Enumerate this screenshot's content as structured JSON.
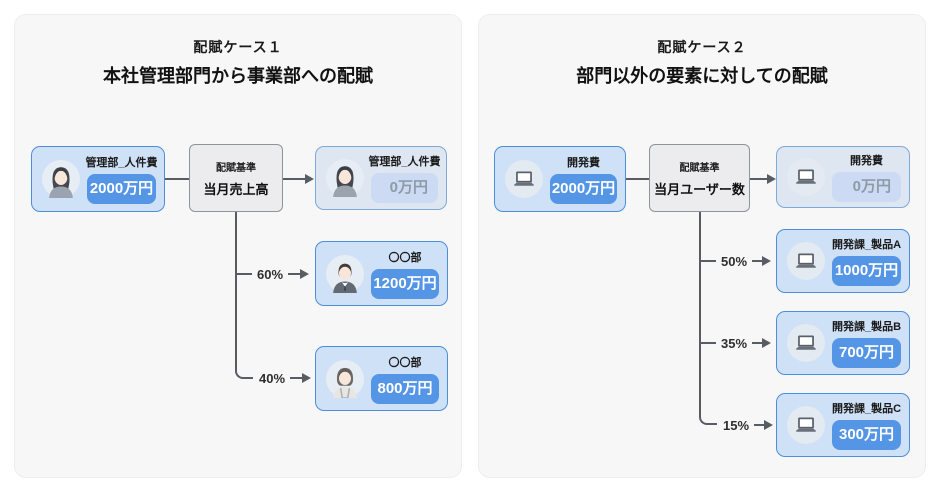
{
  "colors": {
    "accent_blue": "#5495e6",
    "node_bg": "#cfe1f7",
    "node_border": "#4d8fd6",
    "inactive_node_bg": "#dde6f1",
    "inactive_pill_bg": "#ccdbf3",
    "inactive_pill_text": "#8e9aa8",
    "basis_bg": "#ececee",
    "line": "#585d64",
    "panel_bg": "#f7f7f8"
  },
  "panels": [
    {
      "case_label": "配賦ケース１",
      "subtitle": "本社管理部門から事業部への配賦",
      "source": {
        "label": "管理部_人件費",
        "amount": "2000万円",
        "icon": "woman-avatar-icon"
      },
      "basis": {
        "caption": "配賦基準",
        "label": "当月売上高"
      },
      "targets": [
        {
          "label": "管理部_人件費",
          "amount": "0万円",
          "icon": "woman-avatar-icon",
          "percent": ""
        },
        {
          "label": "〇〇部",
          "amount": "1200万円",
          "icon": "man-avatar-icon",
          "percent": "60%"
        },
        {
          "label": "〇〇部",
          "amount": "800万円",
          "icon": "woman2-avatar-icon",
          "percent": "40%"
        }
      ]
    },
    {
      "case_label": "配賦ケース２",
      "subtitle": "部門以外の要素に対しての配賦",
      "source": {
        "label": "開発費",
        "amount": "2000万円",
        "icon": "laptop-icon"
      },
      "basis": {
        "caption": "配賦基準",
        "label": "当月ユーザー数"
      },
      "targets": [
        {
          "label": "開発費",
          "amount": "0万円",
          "icon": "laptop-icon",
          "percent": ""
        },
        {
          "label": "開発課_製品A",
          "amount": "1000万円",
          "icon": "laptop-icon",
          "percent": "50%"
        },
        {
          "label": "開発課_製品B",
          "amount": "700万円",
          "icon": "laptop-icon",
          "percent": "35%"
        },
        {
          "label": "開発課_製品C",
          "amount": "300万円",
          "icon": "laptop-icon",
          "percent": "15%"
        }
      ]
    }
  ]
}
